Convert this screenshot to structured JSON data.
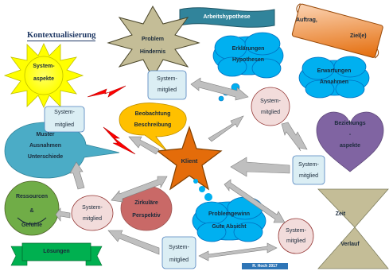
{
  "title": "Kontextualisierung",
  "credit": "R. Hoch 2017",
  "nodes": {
    "arbeitshypothese": "Arbeitshypothese",
    "auftrag_1": "Auftrag,",
    "auftrag_2": "Ziel(e)",
    "problem_1": "Problem",
    "problem_2": "Hindernis",
    "systemaspekte_1": "System-",
    "systemaspekte_2": "aspekte",
    "erklaerungen_1": "Erklärungen",
    "erklaerungen_2": "Hypothesen",
    "erwartungen_1": "Erwartungen",
    "erwartungen_2": "Annahmen",
    "beobachtung_1": "Beobachtung",
    "beobachtung_2": "Beschreibung",
    "beziehung_1": "Beziehungs",
    "beziehung_2": "-",
    "beziehung_3": "aspekte",
    "muster_1": "Muster",
    "muster_2": "Ausnahmen",
    "muster_3": "Unterschiede",
    "klient": "Klient",
    "ressourcen_1": "Ressourcen",
    "ressourcen_2": "&",
    "ressourcen_3": "Gefühle",
    "zirkulaere_1": "Zirkuläre",
    "zirkulaere_2": "Perspektiv",
    "problemgewinn_1": "Problemgewinn",
    "problemgewinn_2": "Gute Absicht",
    "zeit": "Zeit",
    "verlauf": "Verlauf",
    "loesungen": "Lösungen"
  },
  "systemmitglied": {
    "line1": "System-",
    "line2": "mitglied"
  },
  "colors": {
    "yellow": "#ffff00",
    "cloud_blue": "#00b0f0",
    "teal_bubble": "#4bacc6",
    "orange": "#f79646",
    "star_klient": "#e46c0a",
    "purple": "#8064a2",
    "green": "#70ad47",
    "zirkulaer": "#c0504d",
    "light_blue_box": "#dbeef4",
    "pink_circle": "#f2dcdb",
    "lightning_red": "#ff0000",
    "arrow_gray": "#bfbfbf",
    "hourglass": "#7f7f5f",
    "arbeitshypothese_fill": "#31849b",
    "problem_star": "#c4bd97"
  }
}
